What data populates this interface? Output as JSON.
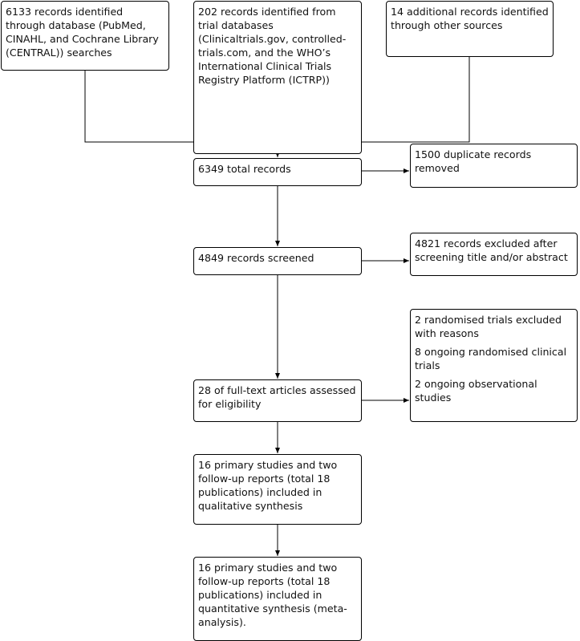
{
  "boxes": {
    "database": "6133 records identified through database (PubMed, CINAHL, and Cochrane Library (CENTRAL)) searches",
    "trials": "202 records identified from trial databases (Clinicaltrials.gov, controlled-trials.com, and the WHO’s International Clinical Trials Registry Platform (ICTRP))",
    "other": "14 additional records identified through other sources",
    "total": "6349 total records",
    "duplicates": "1500 duplicate records removed",
    "screened": "4849 records screened",
    "excluded_screening": "4821 records excluded after screening title and/or abstract",
    "fulltext": "28 of full-text articles assessed for eligibility",
    "excluded_fulltext": [
      "2 randomised trials excluded with reasons",
      "8 ongoing randomised clinical trials",
      "2 ongoing observational studies"
    ],
    "qualitative": "16 primary studies and two follow-up reports (total 18 publications) included in qualitative synthesis",
    "quantitative": "16 primary studies and two follow-up reports (total 18 publications) included in quantitative synthesis (meta-analysis)."
  }
}
